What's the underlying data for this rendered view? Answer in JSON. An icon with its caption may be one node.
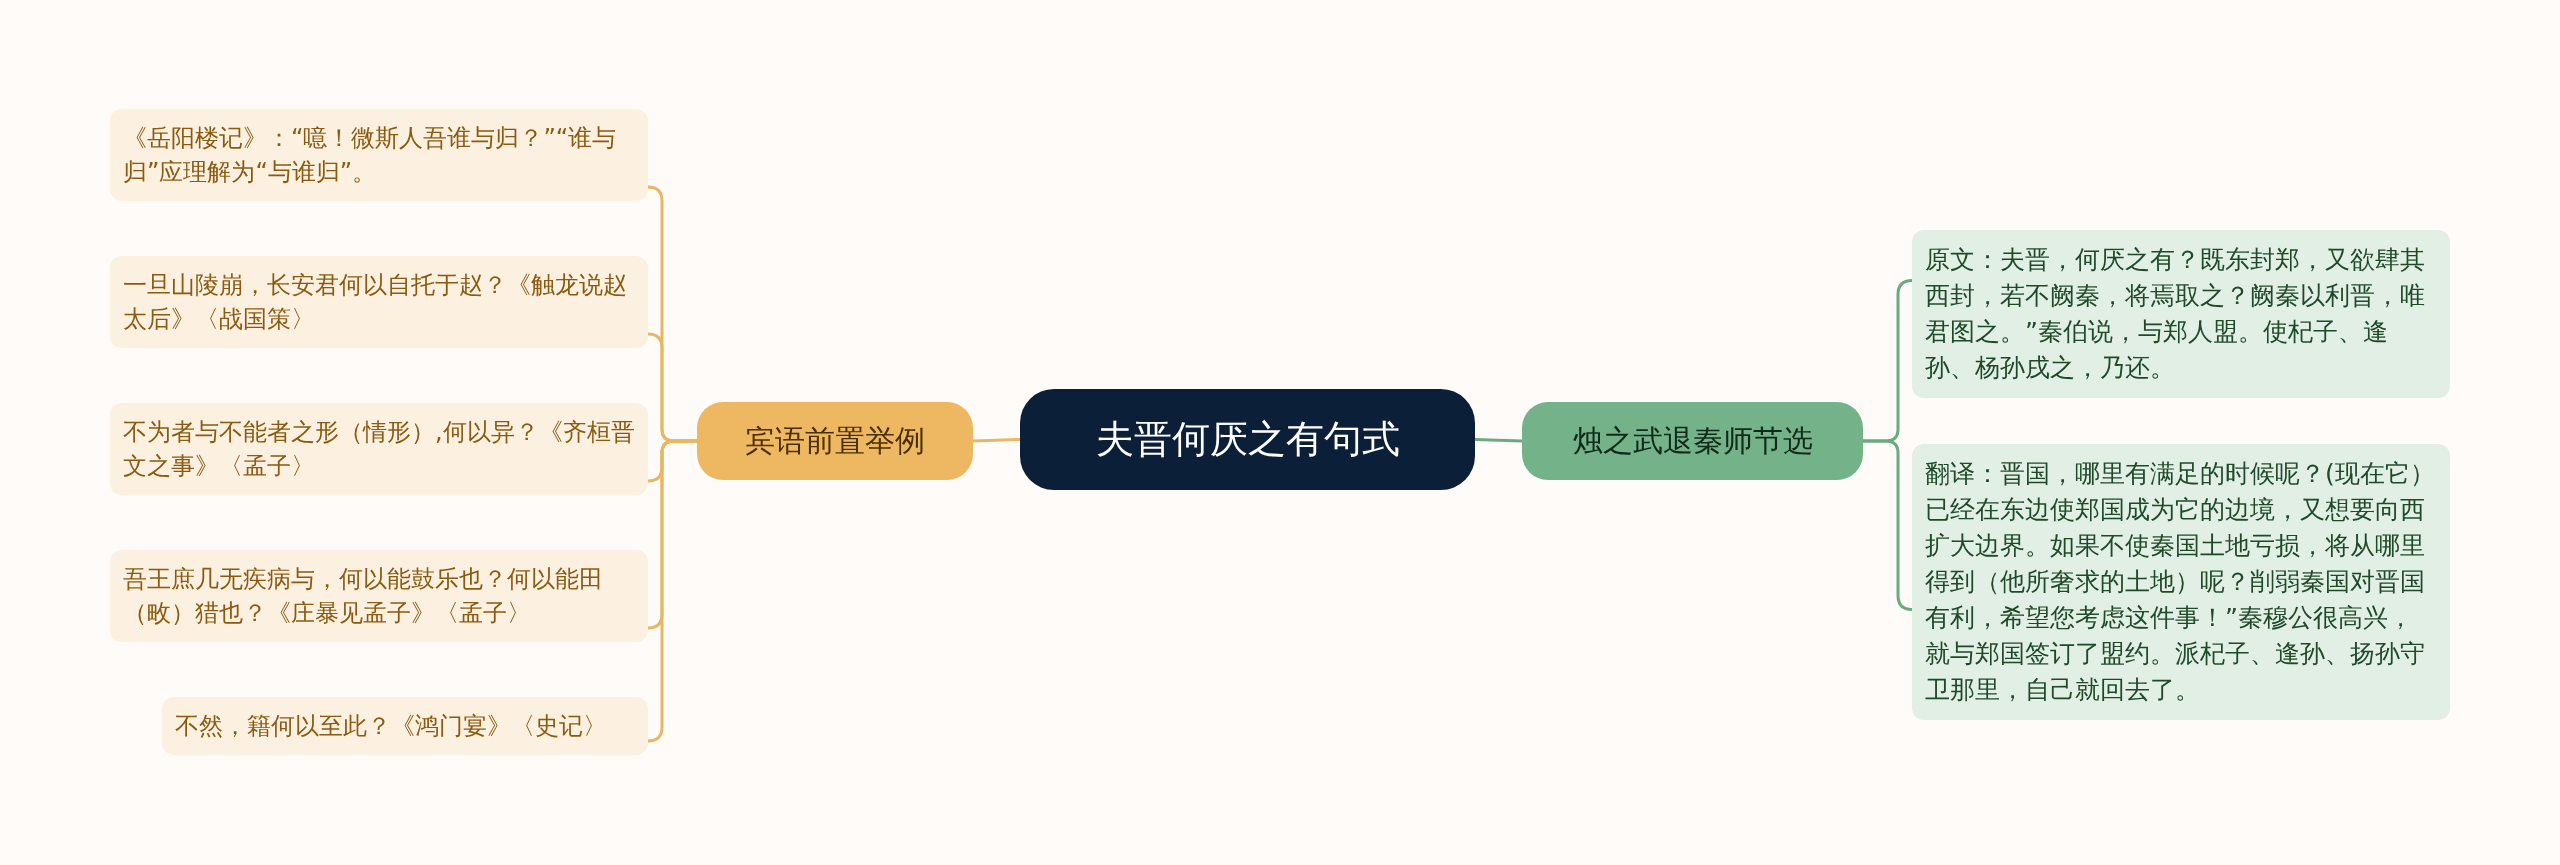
{
  "diagram": {
    "nodes": [
      {
        "text": [
          "夫晋何厌之有句式"
        ]
      },
      {
        "text": [
          "宾语前置举例"
        ]
      },
      {
        "text": [
          "《岳阳楼记》：“噫！微斯人吾谁与归？”“谁与归”应理解为“与谁归”。"
        ]
      },
      {
        "text": [
          "一旦山陵崩，长安君何以自托于赵？《触龙说赵太后》〈战国策〉"
        ]
      },
      {
        "text": [
          "不为者与不能者之形（情形）,何以异？《齐桓晋文之事》〈孟子〉"
        ]
      },
      {
        "text": [
          "吾王庶几无疾病与，何以能鼓乐也？何以能田（畋）猎也？《庄暴见孟子》〈孟子〉"
        ]
      },
      {
        "text": [
          "不然，籍何以至此？《鸿门宴》〈史记〉"
        ]
      },
      {
        "text": [
          "烛之武退秦师节选"
        ]
      },
      {
        "text": [
          "原文：夫晋，何厌之有？既东封郑，又欲肆其西封，若不阙秦，将焉取之？阙秦以利晋，唯君图之。”秦伯说，与郑人盟。使杞子、逢孙、杨孙戌之，乃还。"
        ]
      },
      {
        "text": [
          "翻译：晋国，哪里有满足的时候呢？(现在它）已经在东边使郑国成为它的边境，又想要向西扩大边界。如果不使秦国土地亏损，将从哪里得到（他所奢求的土地）呢？削弱秦国对晋国有利，希望您考虑这件事！”秦穆公很高兴，就与郑国签订了盟约。派杞子、逢孙、扬孙守卫那里，自己就回去了。"
        ]
      }
    ],
    "edges": [
      {
        "from": 0,
        "to": 1,
        "arrow": "none"
      },
      {
        "from": 1,
        "to": 2,
        "arrow": "none"
      },
      {
        "from": 1,
        "to": 3,
        "arrow": "none"
      },
      {
        "from": 1,
        "to": 4,
        "arrow": "none"
      },
      {
        "from": 1,
        "to": 5,
        "arrow": "none"
      },
      {
        "from": 1,
        "to": 6,
        "arrow": "none"
      },
      {
        "from": 0,
        "to": 7,
        "arrow": "none",
        "color": "#6aaa80"
      },
      {
        "from": 7,
        "to": 8,
        "arrow": "none",
        "color": "#6aaa80"
      },
      {
        "from": 7,
        "to": 9,
        "arrow": "none",
        "color": "#6aaa80"
      }
    ]
  }
}
